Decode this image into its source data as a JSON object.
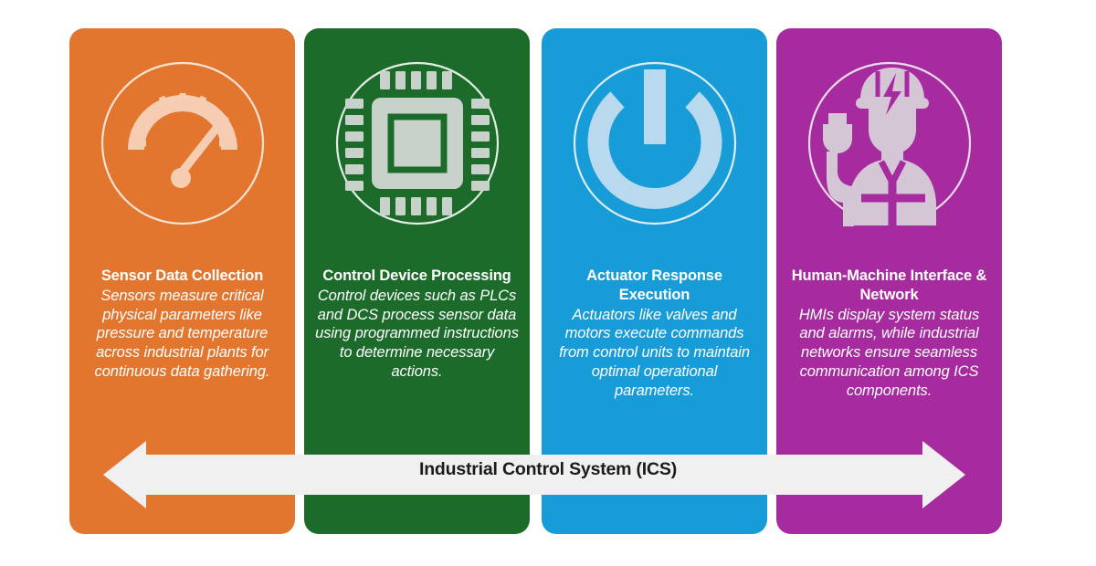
{
  "background_color": "#ffffff",
  "banner": {
    "label": "Industrial Control System (ICS)",
    "fill_color": "#F0F0F0",
    "text_color": "#1B1B1B",
    "left_arrow": "left-arrowhead",
    "right_arrow": "right-arrowhead"
  },
  "panels": [
    {
      "id": "sensor-data-collection",
      "color": "#E2762F",
      "icon": "gauge-icon",
      "icon_tint": "#F5CDB3",
      "title": "Sensor Data Collection",
      "description": "Sensors measure critical physical parameters like pressure and temperature across industrial plants for continuous data gathering."
    },
    {
      "id": "control-device-processing",
      "color": "#1C6B2B",
      "icon": "microchip-icon",
      "icon_tint": "#C9D2CA",
      "title": "Control Device Processing",
      "description": "Control devices such as PLCs and DCS process sensor data using programmed instructions to determine necessary actions."
    },
    {
      "id": "actuator-response-execution",
      "color": "#189CD8",
      "icon": "power-icon",
      "icon_tint": "#B8D9EE",
      "title": "Actuator Response Execution",
      "description": "Actuators like valves and motors execute commands from control units to maintain optimal operational parameters."
    },
    {
      "id": "human-machine-interface-network",
      "color": "#A52B9E",
      "icon": "worker-plug-icon",
      "icon_tint": "#D5C6D6",
      "title": "Human-Machine Interface & Network",
      "description": "HMIs display system status and alarms, while industrial networks ensure seamless communication among ICS components."
    }
  ]
}
